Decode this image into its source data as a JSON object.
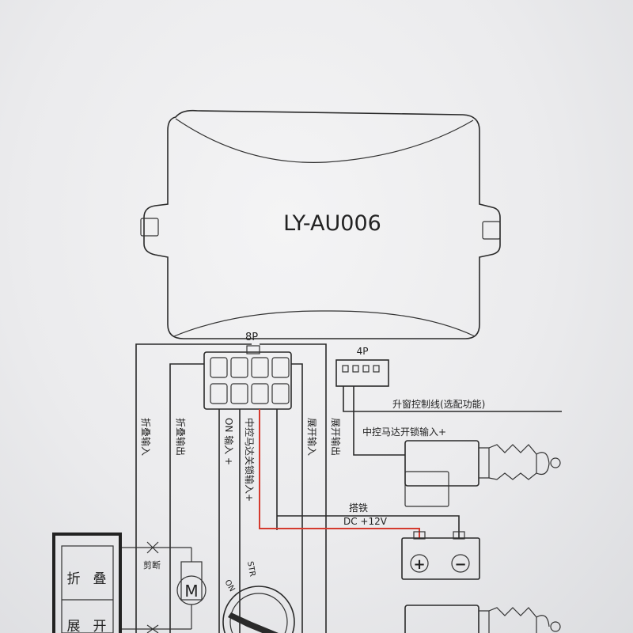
{
  "module": {
    "model": "LY-AU006"
  },
  "connectors": {
    "eight_pin": "8P",
    "four_pin": "4P"
  },
  "wires": {
    "fold_input": "折叠输入",
    "fold_output": "折叠输出",
    "on_input": "ON 输入 +",
    "central_lock_close": "中控马达关锁输入+",
    "unfold_input": "展开输入",
    "unfold_output": "展开输出",
    "window_control": "升窗控制线(选配功能)",
    "central_lock_open": "中控马达开锁输入+",
    "ground": "搭铁",
    "dc_supply": "DC +12V"
  },
  "battery": {
    "plus": "+",
    "minus": "−"
  },
  "cut_label": "剪断",
  "motor_symbol": "M",
  "switch_labels": {
    "on": "ON",
    "str": "STR"
  },
  "mirror_switch": {
    "fold_1": "折",
    "fold_2": "叠",
    "unfold_1": "展",
    "unfold_2": "开"
  }
}
